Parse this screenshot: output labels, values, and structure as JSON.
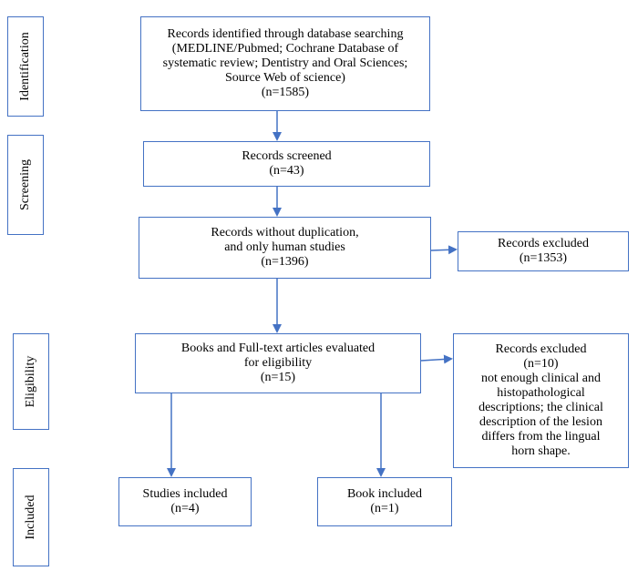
{
  "stages": {
    "identification": "Identification",
    "screening": "Screening",
    "eligibility": "Eligibility",
    "included": "Included"
  },
  "boxes": {
    "identified": [
      "Records identified through database searching",
      "(MEDLINE/Pubmed; Cochrane Database of",
      "systematic review; Dentistry and Oral Sciences;",
      "Source Web of science)",
      "(n=1585)"
    ],
    "screened": [
      "Records screened",
      "(n=43)"
    ],
    "no_duplication": [
      "Records without duplication,",
      "and only human studies",
      "(n=1396)"
    ],
    "excluded_1": [
      "Records excluded",
      "(n=1353)"
    ],
    "fulltext": [
      "Books and Full-text articles evaluated",
      "for eligibility",
      "(n=15)"
    ],
    "excluded_2": [
      "Records excluded",
      "(n=10)",
      "not enough clinical and",
      "histopathological",
      "descriptions; the clinical",
      "description of the lesion",
      "differs from the lingual",
      "horn shape."
    ],
    "studies_included": [
      "Studies included",
      "(n=4)"
    ],
    "book_included": [
      "Book included",
      "(n=1)"
    ]
  },
  "colors": {
    "border": "#4472c4",
    "arrow": "#4472c4"
  }
}
